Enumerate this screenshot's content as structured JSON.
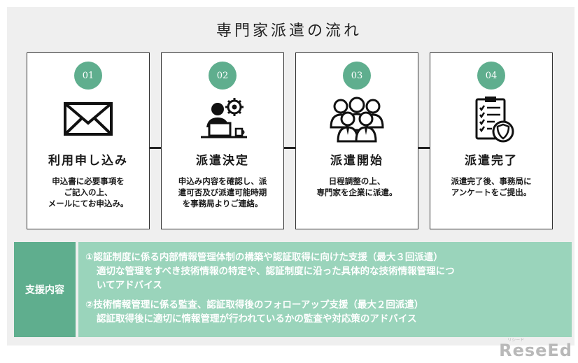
{
  "title": "専門家派遣の流れ",
  "steps": [
    {
      "num": "01",
      "name": "利用申し込み",
      "desc": "申込書に必要事項を\nご記入の上、\nメールにてお申込み。",
      "icon": "envelope-icon"
    },
    {
      "num": "02",
      "name": "派遣決定",
      "desc": "申込み内容を確認し、派\n遣可否及び派遣可能時期\nを事務局よりご連絡。",
      "icon": "consultant-laptop-icon"
    },
    {
      "num": "03",
      "name": "派遣開始",
      "desc": "日程調整の上、\n専門家を企業に派遣。",
      "icon": "team-icon"
    },
    {
      "num": "04",
      "name": "派遣完了",
      "desc": "派遣完了後、事務局に\nアンケートをご提出。",
      "icon": "checklist-shield-icon"
    }
  ],
  "support": {
    "label": "支援内容",
    "items": [
      {
        "head": "①認証制度に係る内部情報管理体制の構築や認証取得に向けた支援（最大３回派遣）",
        "sub": "適切な管理をすべき技術情報の特定や、認証制度に沿った具体的な技術情報管理につ\nいてアドバイス"
      },
      {
        "head": "②技術情報管理に係る監査、認証取得後のフォローアップ支援（最大２回派遣）",
        "sub": "認証取得後に適切に情報管理が行われているかの監査や対応策のアドバイス"
      }
    ]
  },
  "watermark": {
    "text": "ReseEd",
    "small": "リシード"
  },
  "colors": {
    "accent": "#5fae8e",
    "support_bg": "#9ad4bb",
    "panel_bg": "#efefef"
  }
}
